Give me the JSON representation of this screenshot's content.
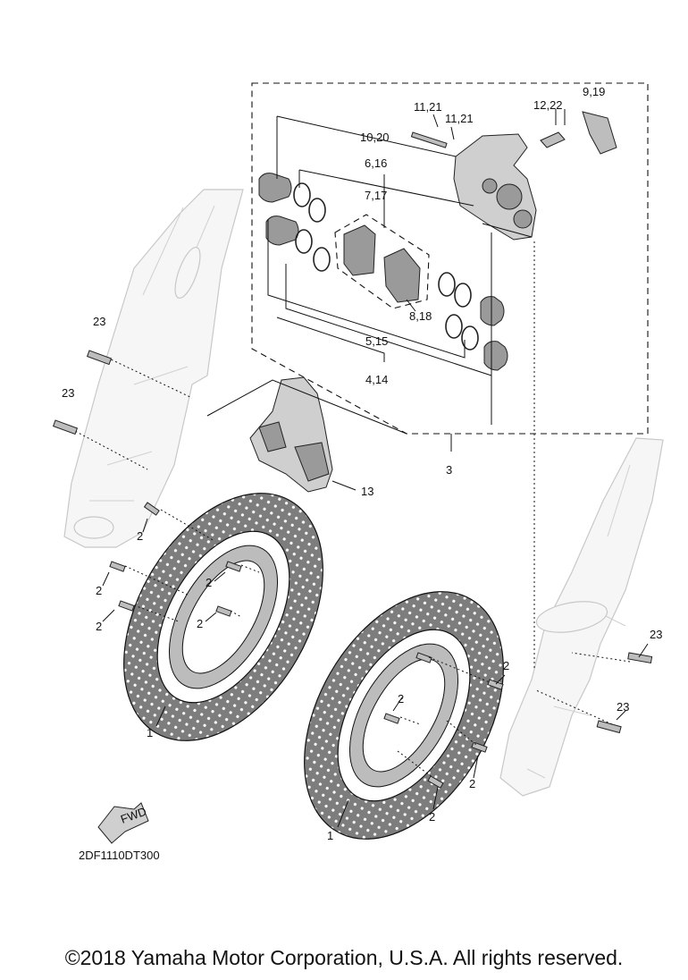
{
  "diagram_id": "2DF1110DT300",
  "copyright": "©2018 Yamaha Motor Corporation, U.S.A. All rights reserved.",
  "fwd_label": "FWD",
  "callouts": {
    "c_9_19": "9,19",
    "c_11_21_a": "11,21",
    "c_11_21_b": "11,21",
    "c_12_22": "12,22",
    "c_10_20": "10,20",
    "c_6_16": "6,16",
    "c_7_17": "7,17",
    "c_8_18": "8,18",
    "c_5_15": "5,15",
    "c_4_14": "4,14",
    "c_3": "3",
    "c_13": "13",
    "c_23_a": "23",
    "c_23_b": "23",
    "c_23_c": "23",
    "c_23_d": "23",
    "c_2_a": "2",
    "c_2_b": "2",
    "c_2_c": "2",
    "c_2_d": "2",
    "c_2_e": "2",
    "c_2_f": "2",
    "c_2_g": "2",
    "c_2_h": "2",
    "c_1_a": "1",
    "c_1_b": "1"
  }
}
